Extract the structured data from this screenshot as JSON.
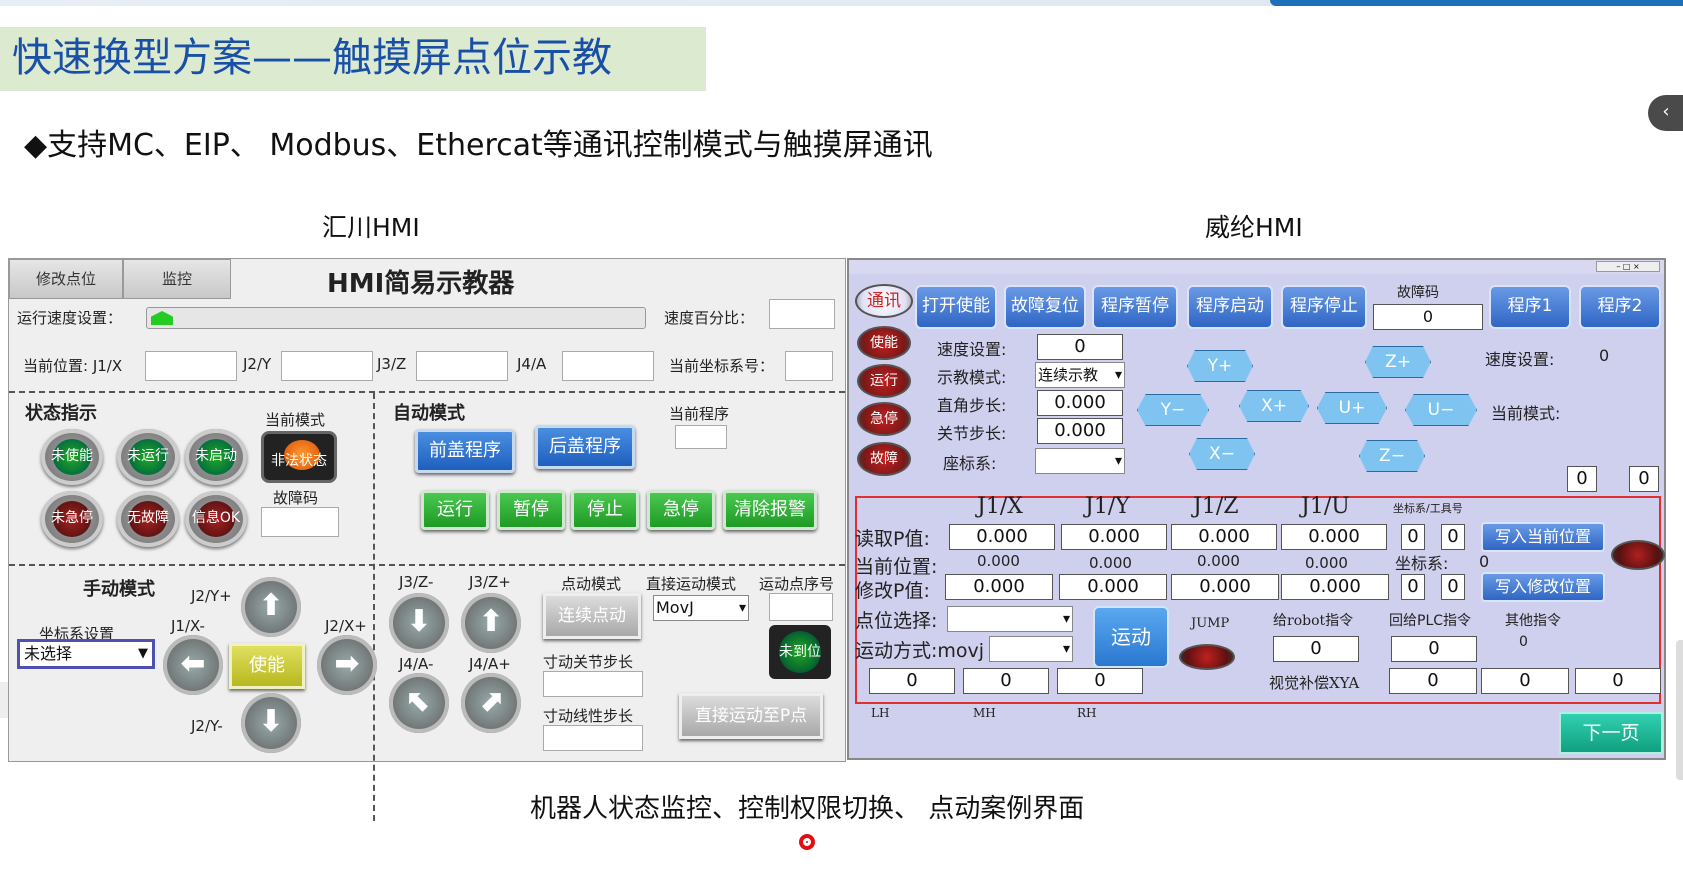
{
  "slide": {
    "title": "快速换型方案——触摸屏点位示教",
    "bullet": "◆支持MC、EIP、 Modbus、Ethercat等通讯控制模式与触摸屏通讯",
    "left_label": "汇川HMI",
    "right_label": "威纶HMI",
    "caption": "机器人状态监控、控制权限切换、 点动案例界面"
  },
  "inovance_hmi": {
    "tabs": [
      "修改点位",
      "监控"
    ],
    "header": "HMI简易示教器",
    "run_speed_label": "运行速度设置：",
    "speed_percent_label": "速度百分比：",
    "current_position_label": "当前位置: J1/X",
    "axes": [
      "J2/Y",
      "J3/Z",
      "J4/A"
    ],
    "current_coord_label": "当前坐标系号：",
    "status_section": "状态指示",
    "status_lamps": [
      "未使能",
      "未运行",
      "未启动",
      "未急停",
      "无故障",
      "信息OK"
    ],
    "current_mode_label": "当前模式",
    "current_mode_value": "非法状态",
    "fault_code_label": "故障码",
    "auto_section": "自动模式",
    "auto_buttons": [
      "前盖程序",
      "后盖程序"
    ],
    "current_program_label": "当前程序",
    "action_buttons": [
      "运行",
      "暂停",
      "停止",
      "急停",
      "清除报警"
    ],
    "manual_section": "手动模式",
    "coord_setting_label": "坐标系设置",
    "coord_setting_value": "未选择",
    "jog_labels": {
      "j2_plus": "J2/Y+",
      "j1_minus": "J1/X-",
      "j2_minus": "J2/Y-",
      "j2x_plus": "J2/X+",
      "j3_minus": "J3/Z-",
      "j3_plus": "J3/Z+",
      "j4_minus": "J4/A-",
      "j4_plus": "J4/A+"
    },
    "enable_button": "使能",
    "jog_mode_label": "点动模式",
    "jog_mode_button": "连续点动",
    "direct_move_label": "直接运动模式",
    "direct_move_value": "MovJ",
    "move_point_label": "运动点序号",
    "not_arrived": "未到位",
    "jog_joint_step_label": "寸动关节步长",
    "jog_linear_step_label": "寸动线性步长",
    "direct_move_button": "直接运动至P点"
  },
  "weintek_hmi": {
    "comm_label": "通讯",
    "top_buttons": [
      "打开使能",
      "故障复位",
      "程序暂停",
      "程序启动",
      "程序停止"
    ],
    "fault_code_label": "故障码",
    "fault_code_value": "0",
    "program_buttons": [
      "程序1",
      "程序2"
    ],
    "side_ovals": [
      "使能",
      "运行",
      "急停",
      "故障"
    ],
    "speed_label": "速度设置:",
    "speed_value": "0",
    "teach_mode_label": "示教模式:",
    "teach_mode_value": "连续示教",
    "cart_step_label": "直角步长:",
    "cart_step_value": "0.000",
    "joint_step_label": "关节步长:",
    "joint_step_value": "0.000",
    "coord_label": "座标系:",
    "jog": {
      "y_plus": "Y+",
      "z_plus": "Z+",
      "y_minus": "Y−",
      "x_plus": "X+",
      "u_plus": "U+",
      "u_minus": "U−",
      "x_minus": "X−",
      "z_minus": "Z−"
    },
    "speed_setting_right_label": "速度设置:",
    "speed_setting_right_value": "0",
    "current_mode_label": "当前模式:",
    "small_values": [
      "0",
      "0"
    ],
    "joint_headers": [
      "J1/X",
      "J1/Y",
      "J1/Z",
      "J1/U"
    ],
    "coord_tool_label": "坐标系/工具号",
    "read_p_label": "读取P值:",
    "read_p_values": [
      "0.000",
      "0.000",
      "0.000",
      "0.000"
    ],
    "read_coord": [
      "0",
      "0"
    ],
    "write_current_button": "写入当前位置",
    "current_pos_label": "当前位置:",
    "current_pos_values": [
      "0.000",
      "0.000",
      "0.000",
      "0.000"
    ],
    "coord_sys_label": "坐标系:",
    "coord_sys_value": "0",
    "modify_p_label": "修改P值:",
    "modify_p_values": [
      "0.000",
      "0.000",
      "0.000",
      "0.000"
    ],
    "modify_coord": [
      "0",
      "0"
    ],
    "write_modify_button": "写入修改位置",
    "point_select_label": "点位选择:",
    "motion_button": "运动",
    "jump_label": "JUMP",
    "robot_cmd_label": "给robot指令",
    "robot_cmd_value": "0",
    "plc_cmd_label": "回给PLC指令",
    "plc_cmd_value": "0",
    "other_cmd_label": "其他指令",
    "other_cmd_value": "0",
    "motion_mode_label": "运动方式:movj",
    "hand_values": [
      "0",
      "0",
      "0"
    ],
    "hand_labels": [
      "LH",
      "MH",
      "RH"
    ],
    "vision_label": "视觉补偿XYA",
    "vision_values": [
      "0",
      "0",
      "0"
    ],
    "next_page_button": "下一页"
  }
}
